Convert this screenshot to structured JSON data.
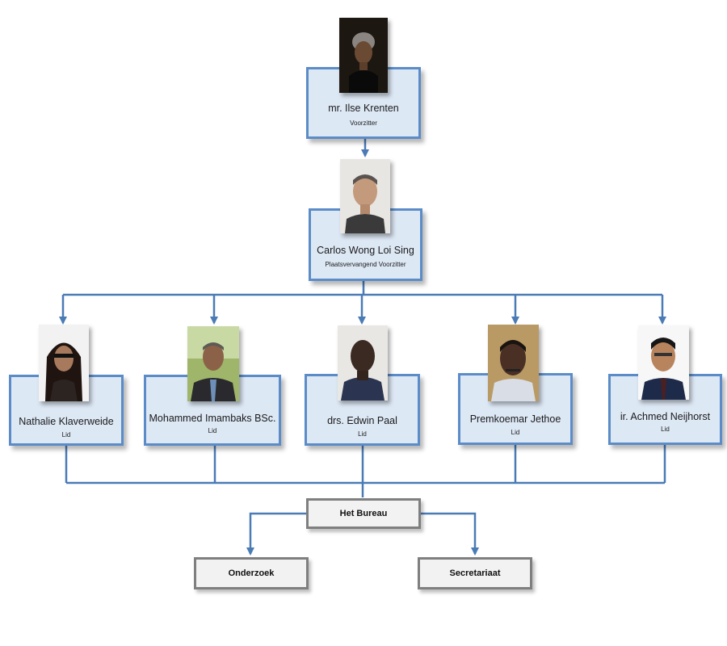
{
  "chair": {
    "name": "mr. Ilse Krenten",
    "role": "Voorzitter"
  },
  "vice_chair": {
    "name": "Carlos Wong Loi Sing",
    "role": "Plaatsvervangend Voorzitter"
  },
  "members": [
    {
      "name": "Nathalie Klaverweide",
      "role": "Lid"
    },
    {
      "name": "Mohammed Imambaks BSc.",
      "role": "Lid"
    },
    {
      "name": "drs. Edwin Paal",
      "role": "Lid"
    },
    {
      "name": "Premkoemar Jethoe",
      "role": "Lid"
    },
    {
      "name": "ir. Achmed Neijhorst",
      "role": "Lid"
    }
  ],
  "bureau": {
    "label": "Het Bureau"
  },
  "departments": [
    {
      "label": "Onderzoek"
    },
    {
      "label": "Secretariaat"
    }
  ],
  "colors": {
    "box_fill": "#dde8f5",
    "box_border": "#5b8cc8",
    "connector": "#4a7bb5",
    "gray_border": "#7f7f7f"
  }
}
